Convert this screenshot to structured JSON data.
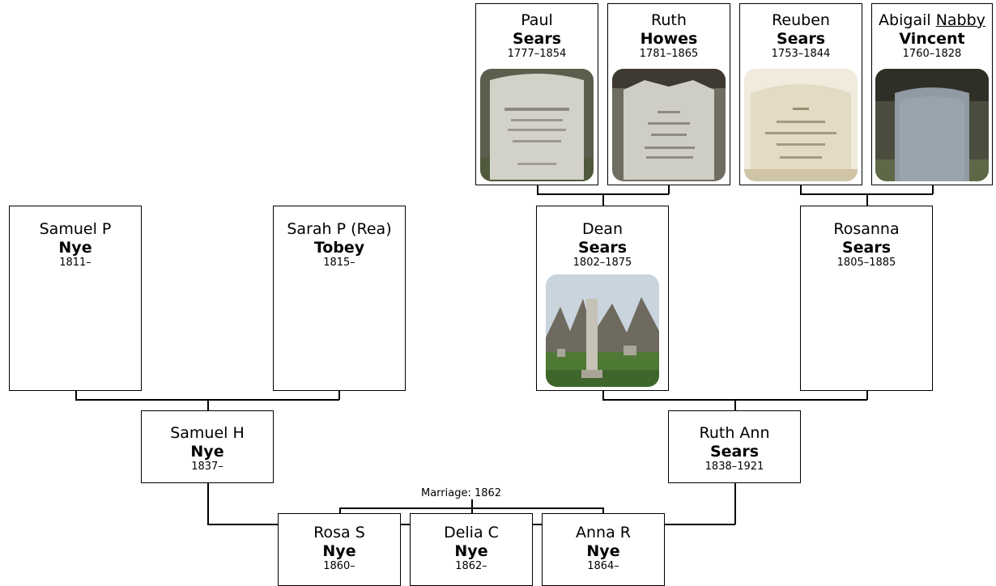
{
  "diagram": {
    "marriage_label": "Marriage: 1862",
    "great_grandparents": [
      {
        "given": "Paul",
        "surname": "Sears",
        "dates": "1777–1854",
        "photo": "gravestone-photo"
      },
      {
        "given": "Ruth",
        "surname": "Howes",
        "dates": "1781–1865",
        "photo": "gravestone-photo"
      },
      {
        "given": "Reuben",
        "surname": "Sears",
        "dates": "1753–1844",
        "photo": "gravestone-photo"
      },
      {
        "given_prefix": "Abigail",
        "given_nick": "Nabby",
        "surname": "Vincent",
        "dates": "1760–1828",
        "photo": "gravestone-photo"
      }
    ],
    "grandparents": [
      {
        "given": "Samuel P",
        "surname": "Nye",
        "dates": "1811–"
      },
      {
        "given": "Sarah P (Rea)",
        "surname": "Tobey",
        "dates": "1815–"
      },
      {
        "given": "Dean",
        "surname": "Sears",
        "dates": "1802–1875",
        "photo": "cemetery-monument-photo"
      },
      {
        "given": "Rosanna",
        "surname": "Sears",
        "dates": "1805–1885"
      }
    ],
    "parents": [
      {
        "given": "Samuel H",
        "surname": "Nye",
        "dates": "1837–"
      },
      {
        "given": "Ruth Ann",
        "surname": "Sears",
        "dates": "1838–1921"
      }
    ],
    "children": [
      {
        "given": "Rosa S",
        "surname": "Nye",
        "dates": "1860–"
      },
      {
        "given": "Delia C",
        "surname": "Nye",
        "dates": "1862–"
      },
      {
        "given": "Anna R",
        "surname": "Nye",
        "dates": "1864–"
      }
    ]
  }
}
